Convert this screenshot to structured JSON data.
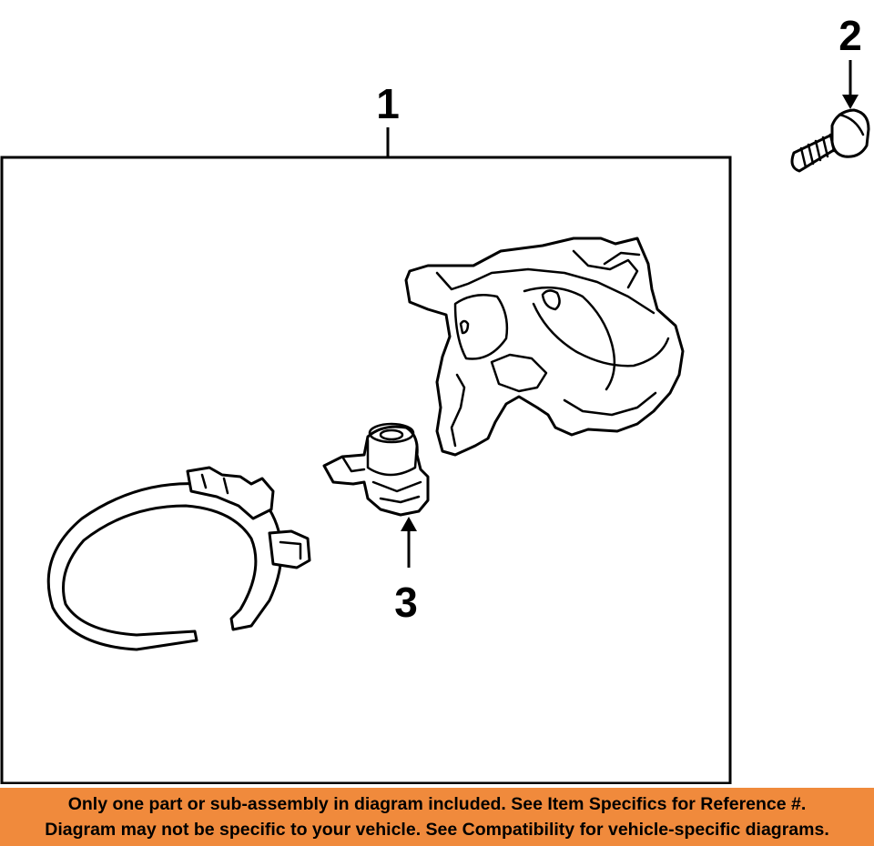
{
  "diagram": {
    "callouts": {
      "part_1": "1",
      "part_2": "2",
      "part_3": "3"
    }
  },
  "disclaimer": {
    "line_1": "Only one part or sub-assembly in diagram included. See Item Specifics for Reference #.",
    "line_2": "Diagram may not be specific to your vehicle. See Compatibility for vehicle-specific diagrams."
  },
  "colors": {
    "banner_background": "#f08a3c",
    "line_art": "#000000",
    "background": "#ffffff"
  }
}
